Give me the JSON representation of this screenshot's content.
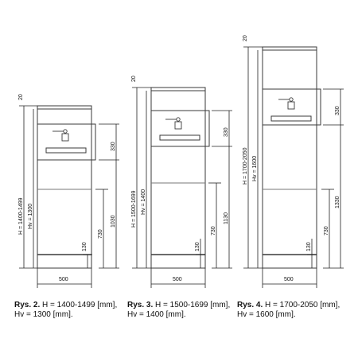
{
  "colors": {
    "line": "#3a3a3a",
    "dim": "#222222",
    "text": "#111111",
    "background": "#ffffff"
  },
  "variants": [
    {
      "key": "rys2",
      "dims": {
        "top": "20",
        "upper": "330",
        "lower": "1030",
        "mid": "730",
        "base": "130",
        "width": "500",
        "H": "H = 1400-1499",
        "Hv": "Hv = 1300"
      },
      "caption": {
        "ref": "Rys. 2.",
        "line1": " H = 1400-1499 [mm],",
        "line2": "Hv = 1300 [mm]."
      }
    },
    {
      "key": "rys3",
      "dims": {
        "top": "20",
        "upper": "330",
        "lower": "1130",
        "mid": "730",
        "base": "130",
        "width": "500",
        "H": "H = 1500-1699",
        "Hv": "Hv = 1400"
      },
      "caption": {
        "ref": "Rys. 3.",
        "line1": " H = 1500-1699 [mm],",
        "line2": "Hv = 1400 [mm]."
      }
    },
    {
      "key": "rys4",
      "dims": {
        "top": "20",
        "upper": "330",
        "lower": "1330",
        "mid": "730",
        "base": "130",
        "width": "500",
        "H": "H = 1700-2050",
        "Hv": "Hv = 1600"
      },
      "caption": {
        "ref": "Rys. 4.",
        "line1": " H = 1700-2050 [mm],",
        "line2": "Hv = 1600 [mm]."
      }
    }
  ]
}
